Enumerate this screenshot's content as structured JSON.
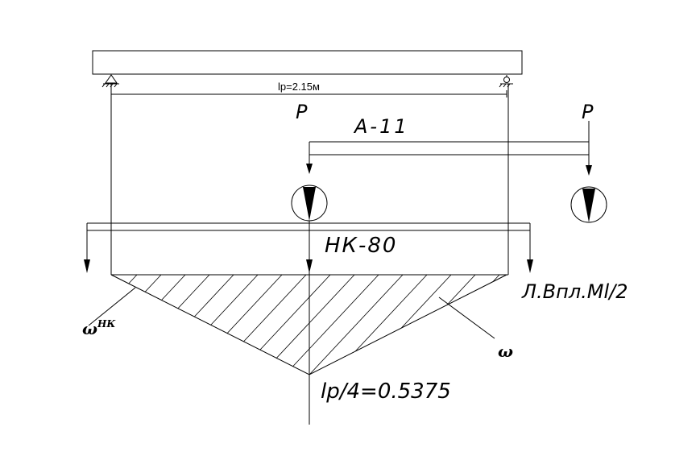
{
  "labels": {
    "span": "lp=2.15м",
    "load_p_left": "P",
    "load_p_right": "P",
    "load_a11": "A-11",
    "load_nk80": "НК-80",
    "influence_line": "Л.Впл.Мl/2",
    "omega_nk_base": "ω",
    "omega_nk_sup": "НК",
    "omega": "ω",
    "ordinate": "lp/4=0.5375"
  }
}
